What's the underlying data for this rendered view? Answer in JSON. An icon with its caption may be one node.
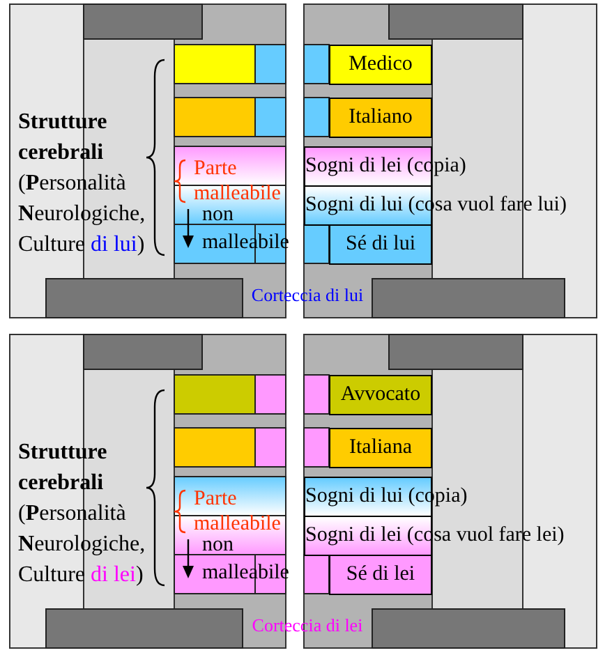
{
  "diagram": {
    "nodes": [
      {
        "text": [
          "Medico"
        ]
      },
      {
        "text": [
          "Italiano"
        ]
      },
      {
        "text": [
          "Sogni di lei (copia)"
        ]
      },
      {
        "text": [
          "Sogni di lui (cosa vuol fare lui)"
        ]
      },
      {
        "text": [
          "Sé di lui"
        ]
      },
      {
        "text": [
          "Avvocato"
        ]
      },
      {
        "text": [
          "Italiana"
        ]
      },
      {
        "text": [
          "Sogni di lui (copia)"
        ]
      },
      {
        "text": [
          "Sogni di lei (cosa vuol fare lei)"
        ]
      },
      {
        "text": [
          "Sé di lei"
        ]
      }
    ],
    "labels": [
      "Strutture cerebrali",
      "(**P**ersonalità **N**eurologiche, Culture",
      "di lui",
      ")",
      "Parte malleabile",
      "non malleabile",
      "Corteccia di lui",
      "Strutture cerebrali",
      "(**P**ersonalità **N**eurologiche, Culture",
      "di lei",
      ")",
      "Parte malleabile",
      "non malleabile",
      "Corteccia di lei"
    ]
  }
}
